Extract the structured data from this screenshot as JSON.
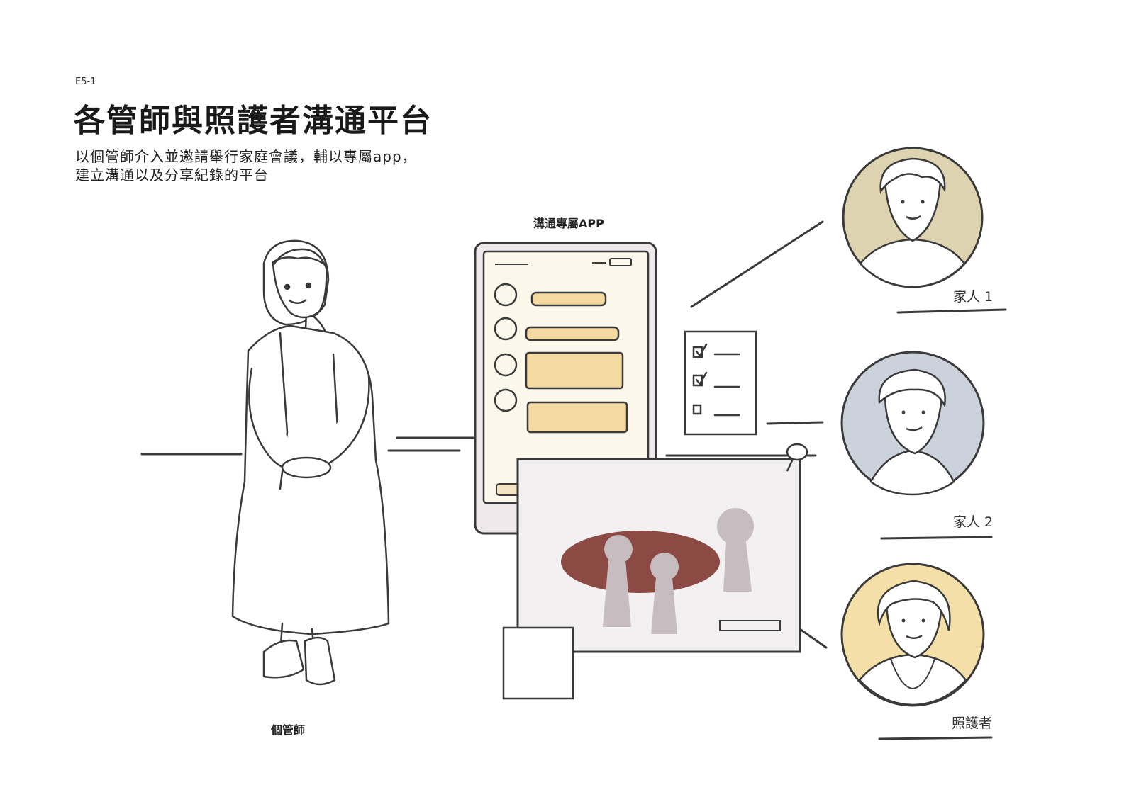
{
  "header": {
    "code": "E5-1",
    "title": "各管師與照護者溝通平台",
    "subtitle_lines": [
      "以個管師介入並邀請舉行家庭會議，輔以專屬app，",
      "建立溝通以及分享紀錄的平台"
    ]
  },
  "labels": {
    "app": "溝通專屬APP",
    "case_manager": "個管師",
    "family1": "家人 1",
    "family2": "家人 2",
    "caregiver": "照護者"
  },
  "colors": {
    "line": "#3a3a3a",
    "bubble": "#f4d9a0",
    "tablet_screen": "#fbf7ea",
    "tablet_frame": "#efe9ec",
    "meeting_table": "#8b4a44",
    "figure": "#c7bcbf",
    "family1_bg": "#ddd3b0",
    "family2_bg": "#ccd2dc",
    "caregiver_bg": "#f5dfa8"
  }
}
